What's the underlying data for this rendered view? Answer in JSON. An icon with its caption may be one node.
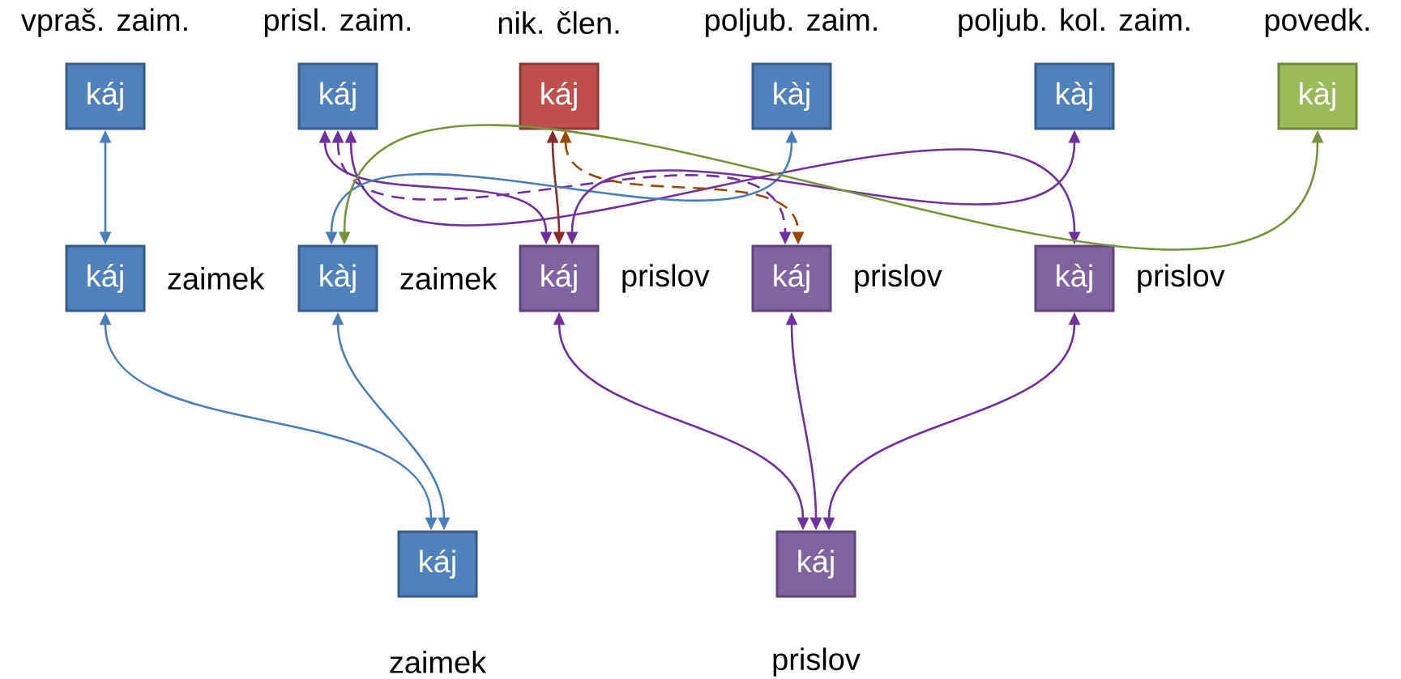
{
  "diagram": {
    "nodes": [
      {
        "text": [
          "káj"
        ],
        "beside": [
          "vpraš. zaim."
        ]
      },
      {
        "text": [
          "káj"
        ],
        "beside": [
          "prisl. zaim."
        ]
      },
      {
        "text": [
          "káj"
        ],
        "beside": [
          "nik. člen."
        ]
      },
      {
        "text": [
          "kàj"
        ],
        "beside": [
          "poljub. zaim."
        ]
      },
      {
        "text": [
          "kàj"
        ],
        "beside": [
          "poljub. kol. zaim."
        ]
      },
      {
        "text": [
          "kàj"
        ],
        "beside": [
          "povedk."
        ]
      },
      {
        "text": [
          "káj"
        ],
        "beside": [
          "zaimek"
        ]
      },
      {
        "text": [
          "kàj"
        ],
        "beside": [
          "zaimek"
        ]
      },
      {
        "text": [
          "káj"
        ],
        "beside": [
          "prislov"
        ]
      },
      {
        "text": [
          "káj"
        ],
        "beside": [
          "prislov"
        ]
      },
      {
        "text": [
          "kàj"
        ],
        "beside": [
          "prislov"
        ]
      },
      {
        "text": [
          "káj"
        ],
        "beside": [
          "zaimek"
        ]
      },
      {
        "text": [
          "káj"
        ],
        "beside": [
          "prislov"
        ]
      }
    ],
    "edges": [
      {
        "from": 0,
        "to": 6,
        "arrow": "both",
        "color": "#4a7ebb"
      },
      {
        "from": 1,
        "to": 8,
        "arrow": "both"
      },
      {
        "from": 1,
        "to": 9,
        "arrow": "both",
        "style": "dashed"
      },
      {
        "from": 1,
        "to": 10,
        "arrow": "both"
      },
      {
        "from": 2,
        "to": 8,
        "arrow": "both",
        "color": "#8b2a2a"
      },
      {
        "from": 2,
        "to": 9,
        "arrow": "both",
        "style": "dashed",
        "color": "#984807"
      },
      {
        "from": 3,
        "to": 7,
        "arrow": "both",
        "color": "#4a7ebb"
      },
      {
        "from": 4,
        "to": 8,
        "arrow": "both"
      },
      {
        "from": 5,
        "to": 7,
        "arrow": "both",
        "color": "#77933c"
      },
      {
        "from": 6,
        "to": 11,
        "arrow": "both",
        "color": "#4a7ebb"
      },
      {
        "from": 7,
        "to": 11,
        "arrow": "both",
        "color": "#4a7ebb"
      },
      {
        "from": 8,
        "to": 12,
        "arrow": "both"
      },
      {
        "from": 9,
        "to": 12,
        "arrow": "both"
      },
      {
        "from": 10,
        "to": 12,
        "arrow": "both"
      }
    ]
  }
}
